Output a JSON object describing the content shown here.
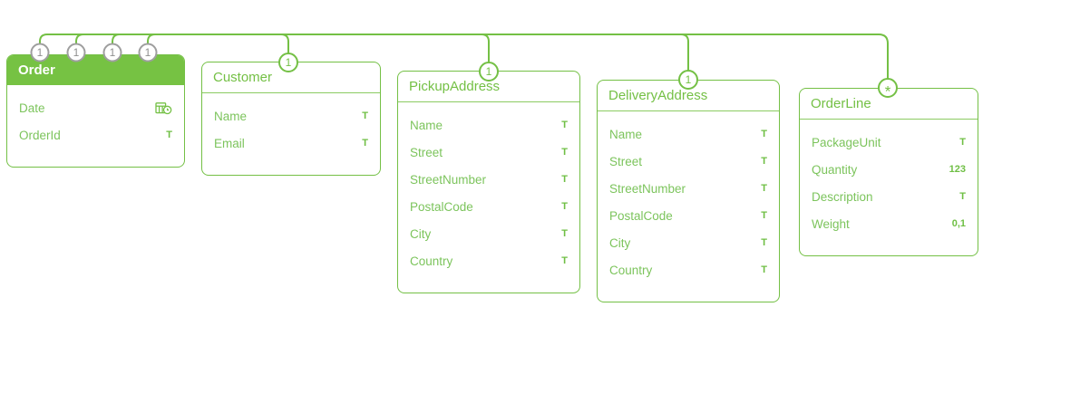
{
  "diagram": {
    "colors": {
      "green": "#74c045",
      "header_fill": "#76c243",
      "field_text": "#7cc45c",
      "badge_gray_border": "#9e9e9e",
      "badge_gray_text": "#8f8f8f"
    },
    "entities": [
      {
        "name": "Order",
        "highlighted": true,
        "fields": [
          {
            "label": "Date",
            "type_icon": "calendar-clock-icon",
            "type_label": ""
          },
          {
            "label": "OrderId",
            "type_icon": "type-text-icon",
            "type_label": "T"
          }
        ]
      },
      {
        "name": "Customer",
        "highlighted": false,
        "fields": [
          {
            "label": "Name",
            "type_icon": "type-text-icon",
            "type_label": "T"
          },
          {
            "label": "Email",
            "type_icon": "type-text-icon",
            "type_label": "T"
          }
        ]
      },
      {
        "name": "PickupAddress",
        "highlighted": false,
        "fields": [
          {
            "label": "Name",
            "type_icon": "type-text-icon",
            "type_label": "T"
          },
          {
            "label": "Street",
            "type_icon": "type-text-icon",
            "type_label": "T"
          },
          {
            "label": "StreetNumber",
            "type_icon": "type-text-icon",
            "type_label": "T"
          },
          {
            "label": "PostalCode",
            "type_icon": "type-text-icon",
            "type_label": "T"
          },
          {
            "label": "City",
            "type_icon": "type-text-icon",
            "type_label": "T"
          },
          {
            "label": "Country",
            "type_icon": "type-text-icon",
            "type_label": "T"
          }
        ]
      },
      {
        "name": "DeliveryAddress",
        "highlighted": false,
        "fields": [
          {
            "label": "Name",
            "type_icon": "type-text-icon",
            "type_label": "T"
          },
          {
            "label": "Street",
            "type_icon": "type-text-icon",
            "type_label": "T"
          },
          {
            "label": "StreetNumber",
            "type_icon": "type-text-icon",
            "type_label": "T"
          },
          {
            "label": "PostalCode",
            "type_icon": "type-text-icon",
            "type_label": "T"
          },
          {
            "label": "City",
            "type_icon": "type-text-icon",
            "type_label": "T"
          },
          {
            "label": "Country",
            "type_icon": "type-text-icon",
            "type_label": "T"
          }
        ]
      },
      {
        "name": "OrderLine",
        "highlighted": false,
        "fields": [
          {
            "label": "PackageUnit",
            "type_icon": "type-text-icon",
            "type_label": "T"
          },
          {
            "label": "Quantity",
            "type_icon": "type-number-icon",
            "type_label": "123"
          },
          {
            "label": "Description",
            "type_icon": "type-text-icon",
            "type_label": "T"
          },
          {
            "label": "Weight",
            "type_icon": "type-decimal-icon",
            "type_label": "0,1"
          }
        ]
      }
    ],
    "connections": [
      {
        "from": "Order",
        "to": "Customer",
        "from_cardinality": "1",
        "to_cardinality": "1"
      },
      {
        "from": "Order",
        "to": "PickupAddress",
        "from_cardinality": "1",
        "to_cardinality": "1"
      },
      {
        "from": "Order",
        "to": "DeliveryAddress",
        "from_cardinality": "1",
        "to_cardinality": "1"
      },
      {
        "from": "Order",
        "to": "OrderLine",
        "from_cardinality": "1",
        "to_cardinality": "*"
      }
    ]
  }
}
